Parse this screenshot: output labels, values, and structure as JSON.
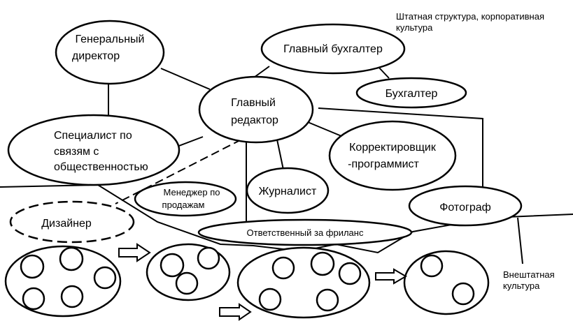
{
  "nodes": {
    "general_director": [
      "Генеральный",
      "директор"
    ],
    "chief_accountant": [
      "Главный бухгалтер"
    ],
    "accountant": [
      "Бухгалтер"
    ],
    "chief_editor": [
      "Главный",
      "редактор"
    ],
    "pr_specialist": [
      "Специалист по",
      "связям с",
      "общественностью"
    ],
    "proofreader_programmer": [
      "Корректировщик",
      "-программист"
    ],
    "sales_manager": [
      "Менеджер по",
      "продажам"
    ],
    "journalist": [
      "Журналист"
    ],
    "photographer": [
      "Фотограф"
    ],
    "designer": [
      "Дизайнер"
    ],
    "freelance_manager": [
      "Ответственный за фриланс"
    ]
  },
  "labels": {
    "staff_structure": "Штатная структура, корпоративная культура",
    "nonstaff_culture": "Внештатная культура"
  }
}
